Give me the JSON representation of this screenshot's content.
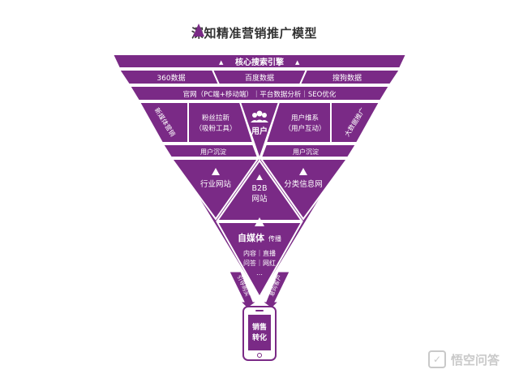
{
  "title": "深知精准营销推广模型",
  "colors": {
    "primary": "#7a2a86",
    "dark": "#5a1466",
    "light": "#9a4aa6",
    "border": "#ffffff"
  },
  "bars": {
    "engine": "核心搜索引擎",
    "sources": [
      "360数据",
      "百度数据",
      "搜狗数据"
    ],
    "platforms": "官网（PC端+移动端）｜平台数据分析｜SEO优化"
  },
  "sides": {
    "left_vertical": "新媒体营销",
    "right_vertical": "大数据推广"
  },
  "user_block": {
    "fans_line1": "粉丝拉新",
    "fans_line2": "（吸粉工具）",
    "center": "用户",
    "maintain_line1": "用户维系",
    "maintain_line2": "（用户互动）",
    "settle_left": "用户沉淀",
    "settle_right": "用户沉淀"
  },
  "channels": {
    "industry": "行业网站",
    "b2b_line1": "B2B",
    "b2b_line2": "网站",
    "classified": "分类信息网"
  },
  "media": {
    "title_main": "自媒体",
    "title_sub": "传播",
    "line1": "内容｜直播",
    "line2": "问答｜网红",
    "dots": "…"
  },
  "arrows": {
    "left": "引导购买",
    "right": "意向客户"
  },
  "phone": {
    "line1": "销售",
    "line2": "转化"
  },
  "watermark": "悟空问答"
}
